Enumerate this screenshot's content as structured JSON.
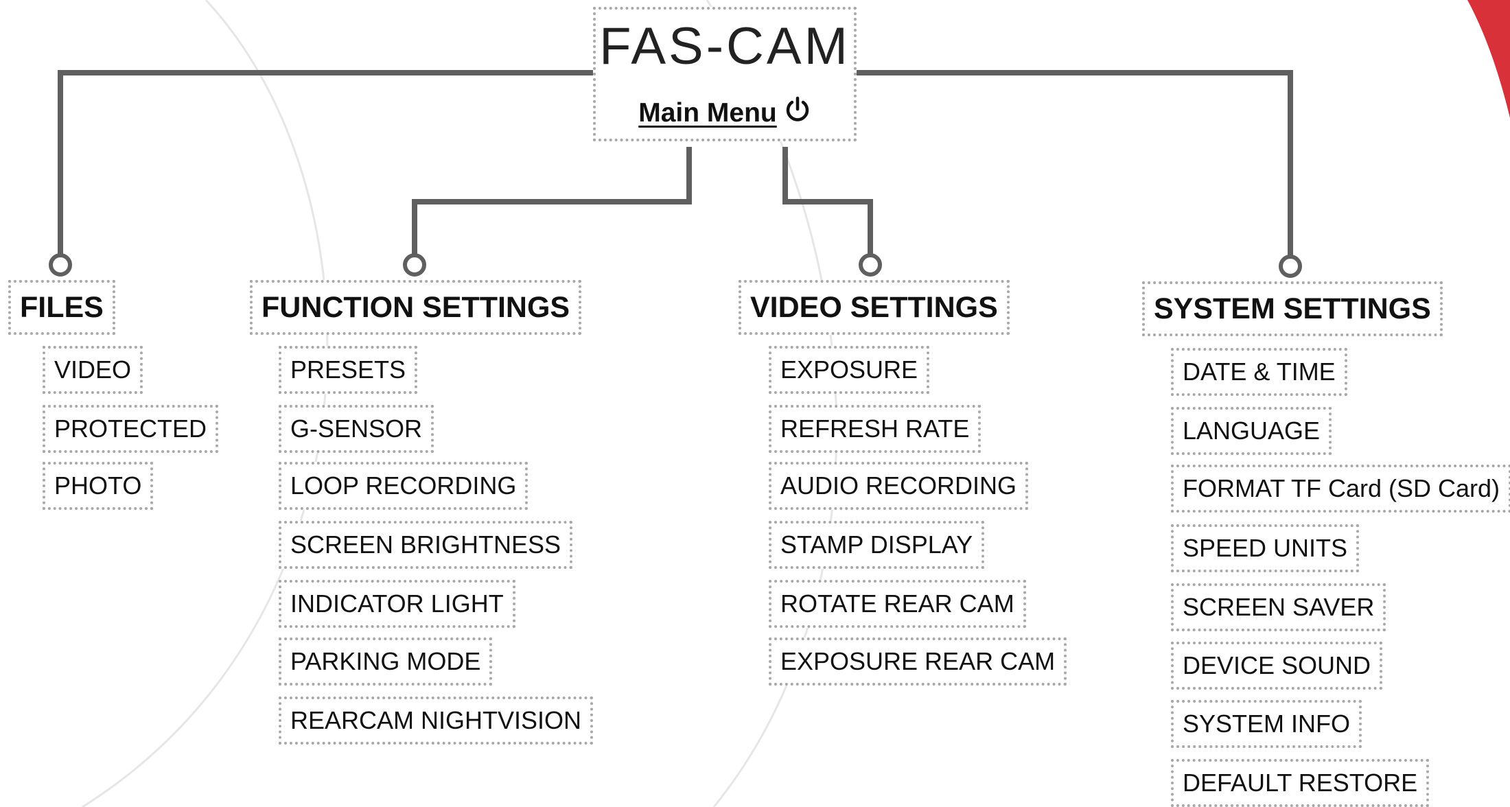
{
  "header": {
    "brand": "FAS-CAM",
    "menu_title": "Main Menu"
  },
  "icons": {
    "menu_power": "power-icon"
  },
  "colors": {
    "connector": "#5f5f5f",
    "dotted_border": "#a8a8a8",
    "accent": "#d8313a",
    "background_arcs": "#e6e6e6"
  },
  "categories": [
    {
      "label": "FILES",
      "items": [
        "VIDEO",
        "PROTECTED",
        "PHOTO"
      ]
    },
    {
      "label": "FUNCTION SETTINGS",
      "items": [
        "PRESETS",
        "G-SENSOR",
        "LOOP RECORDING",
        "SCREEN BRIGHTNESS",
        "INDICATOR LIGHT",
        "PARKING MODE",
        "REARCAM NIGHTVISION"
      ]
    },
    {
      "label": "VIDEO SETTINGS",
      "items": [
        "EXPOSURE",
        "REFRESH RATE",
        "AUDIO RECORDING",
        "STAMP DISPLAY",
        "ROTATE REAR CAM",
        "EXPOSURE REAR CAM"
      ]
    },
    {
      "label": "SYSTEM SETTINGS",
      "items": [
        "DATE & TIME",
        "LANGUAGE",
        "FORMAT TF Card (SD Card)",
        "SPEED UNITS",
        "SCREEN SAVER",
        "DEVICE SOUND",
        "SYSTEM INFO",
        "DEFAULT RESTORE"
      ]
    }
  ]
}
